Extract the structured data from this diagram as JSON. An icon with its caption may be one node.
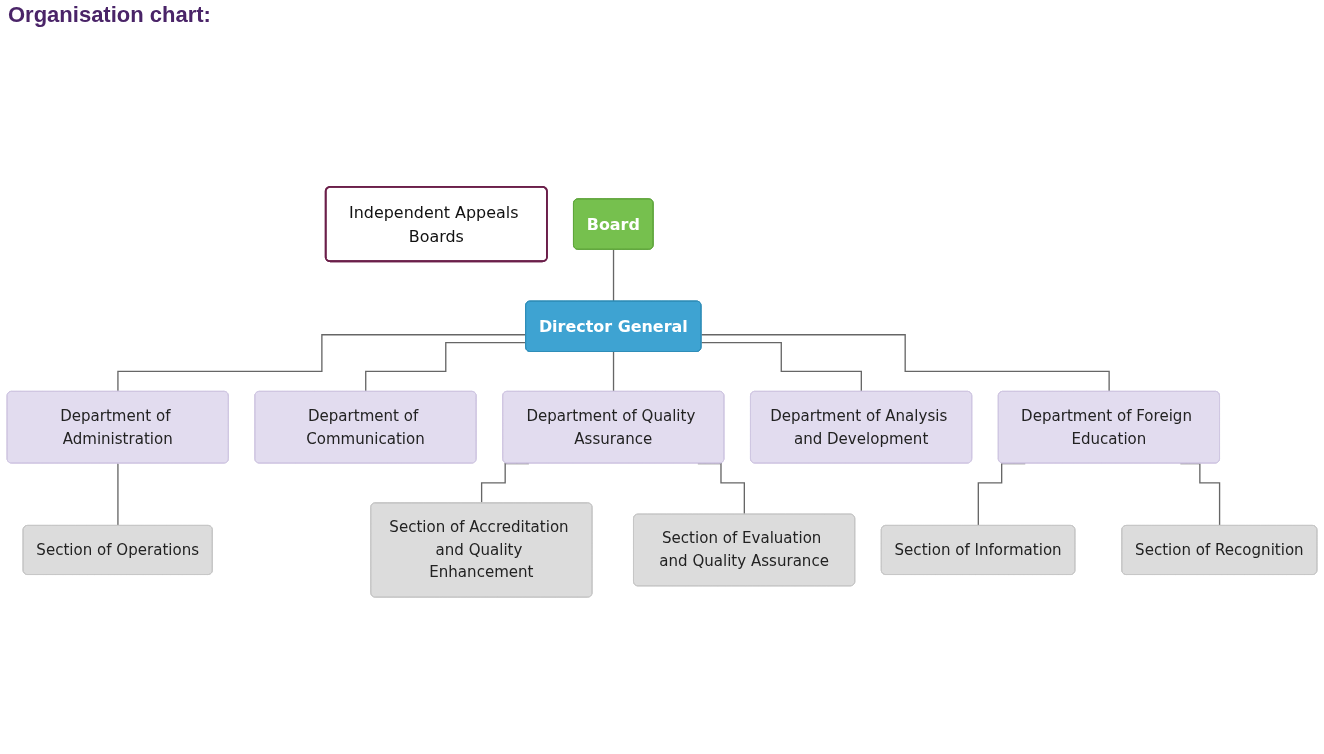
{
  "diagram": {
    "title": "Organisation chart:",
    "nodes": [
      {
        "text": [
          "Independent Appeals Boards"
        ]
      },
      {
        "text": [
          "Board"
        ]
      },
      {
        "text": [
          "Director General"
        ]
      },
      {
        "text": [
          "Department of Administration"
        ]
      },
      {
        "text": [
          "Department of Communication"
        ]
      },
      {
        "text": [
          "Section of Operations"
        ]
      },
      {
        "text": [
          "Department of Quality Assurance"
        ]
      },
      {
        "text": [
          "Department of Analysis and Development"
        ]
      },
      {
        "text": [
          "Department of Foreign Education"
        ]
      },
      {
        "text": [
          "Section of Accreditation and Quality Enhancement"
        ]
      },
      {
        "text": [
          "Section of Evaluation and Quality Assurance"
        ]
      },
      {
        "text": [
          "Section of Information"
        ]
      },
      {
        "text": [
          "Section of Recognition"
        ]
      }
    ],
    "edges": [
      {
        "from": 1,
        "to": 2,
        "arrow": "none"
      },
      {
        "from": 2,
        "to": 3,
        "arrow": "none"
      },
      {
        "from": 2,
        "to": 4,
        "arrow": "none"
      },
      {
        "from": 3,
        "to": 5,
        "arrow": "none"
      },
      {
        "from": 2,
        "to": 6,
        "arrow": "none"
      },
      {
        "from": 2,
        "to": 7,
        "arrow": "none"
      },
      {
        "from": 2,
        "to": 8,
        "arrow": "none"
      },
      {
        "from": 6,
        "to": 9,
        "arrow": "none"
      },
      {
        "from": 6,
        "to": 10,
        "arrow": "none"
      },
      {
        "from": 8,
        "to": 11,
        "arrow": "none"
      },
      {
        "from": 8,
        "to": 12,
        "arrow": "none"
      }
    ]
  }
}
